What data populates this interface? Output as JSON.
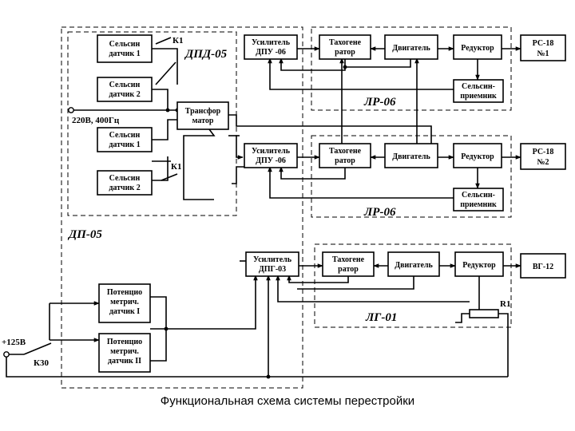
{
  "caption": "Функциональная схема системы перестройки",
  "groups": {
    "dpd": "ДПД-05",
    "lr1": "ЛР-06",
    "lr2": "ЛР-06",
    "dp": "ДП-05",
    "lg": "ЛГ-01"
  },
  "blocks": {
    "selsyn1": [
      "Сельсин",
      "датчик 1"
    ],
    "selsyn2": [
      "Сельсин",
      "датчик 2"
    ],
    "selsyn3": [
      "Сельсин",
      "датчик 1"
    ],
    "selsyn4": [
      "Сельсин",
      "датчик 2"
    ],
    "trans": [
      "Трансфор",
      "матор"
    ],
    "amp1": [
      "Усилитель",
      "ДПУ -06"
    ],
    "tacho1": [
      "Тахогене",
      "ратор"
    ],
    "motor1": [
      "Двигатель"
    ],
    "red1": [
      "Редуктор"
    ],
    "rs1": [
      "РС-18",
      "№1"
    ],
    "rx1": [
      "Сельсин-",
      "приемник"
    ],
    "amp2": [
      "Усилитель",
      "ДПУ -06"
    ],
    "tacho2": [
      "Тахогене",
      "ратор"
    ],
    "motor2": [
      "Двигатель"
    ],
    "red2": [
      "Редуктор"
    ],
    "rs2": [
      "РС-18",
      "№2"
    ],
    "rx2": [
      "Сельсин-",
      "приемник"
    ],
    "amp3": [
      "Усилитель",
      "ДПГ-03"
    ],
    "tacho3": [
      "Тахогене",
      "ратор"
    ],
    "motor3": [
      "Двигатель"
    ],
    "red3": [
      "Редуктор"
    ],
    "vg": [
      "ВГ-12"
    ],
    "pot1": [
      "Потенцио",
      "метрич.",
      "датчик I"
    ],
    "pot2": [
      "Потенцио",
      "метрич.",
      "датчик II"
    ]
  },
  "labels": {
    "k1_top": "К1",
    "k1_bottom": "К1",
    "power": "220В, 400Гц",
    "r1": "R1",
    "plus125": "+125В",
    "k30": "К30"
  }
}
